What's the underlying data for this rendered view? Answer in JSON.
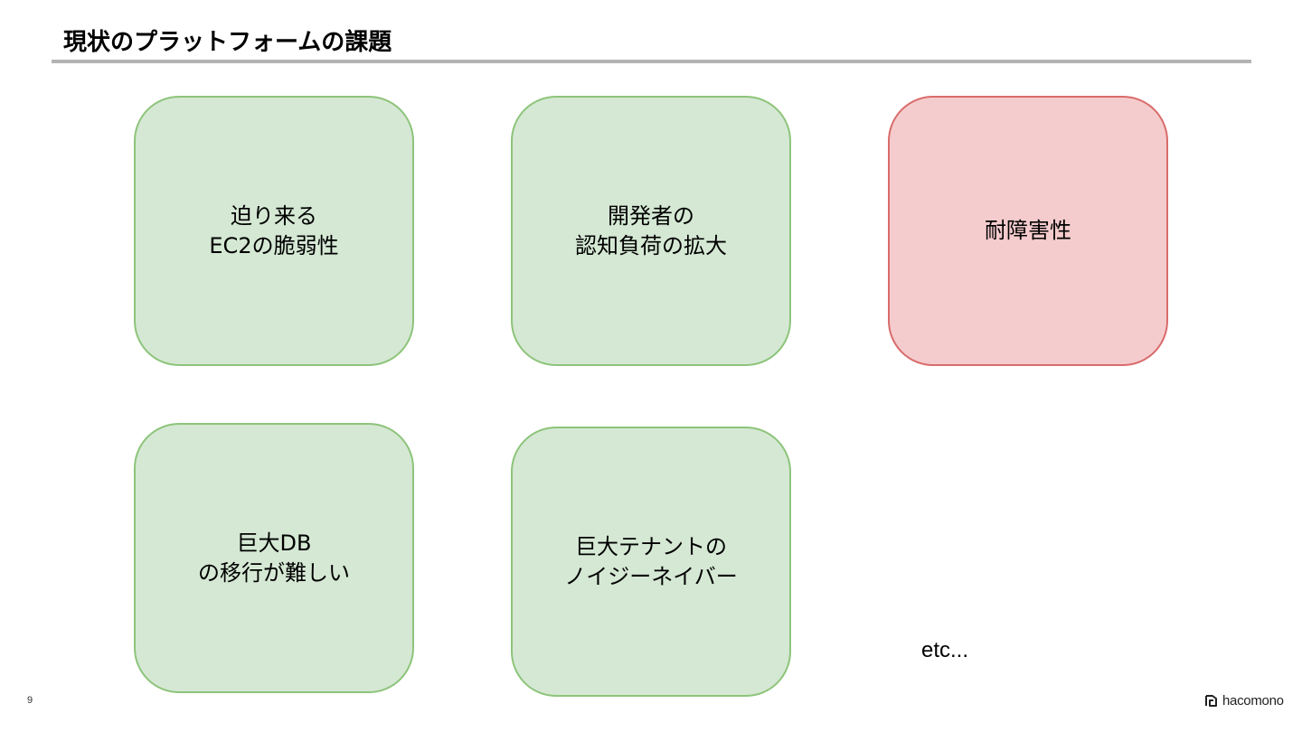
{
  "slide": {
    "title": "現状のプラットフォームの課題",
    "page_number": "9",
    "brand": "hacomono",
    "etc": "etc..."
  },
  "cards": [
    {
      "lines": [
        "迫り来る",
        "EC2の脆弱性"
      ],
      "color": "#d5e8d4"
    },
    {
      "lines": [
        "開発者の",
        "認知負荷の拡大"
      ],
      "color": "#d5e8d4"
    },
    {
      "lines": [
        "耐障害性"
      ],
      "color": "#f5cccd"
    },
    {
      "lines": [
        "巨大DB",
        "の移行が難しい"
      ],
      "color": "#d5e8d4"
    },
    {
      "lines": [
        "巨大テナントの",
        "ノイジーネイバー"
      ],
      "color": "#d5e8d4"
    }
  ],
  "icons": {
    "brand_logo": "hacomono-logo-icon"
  }
}
